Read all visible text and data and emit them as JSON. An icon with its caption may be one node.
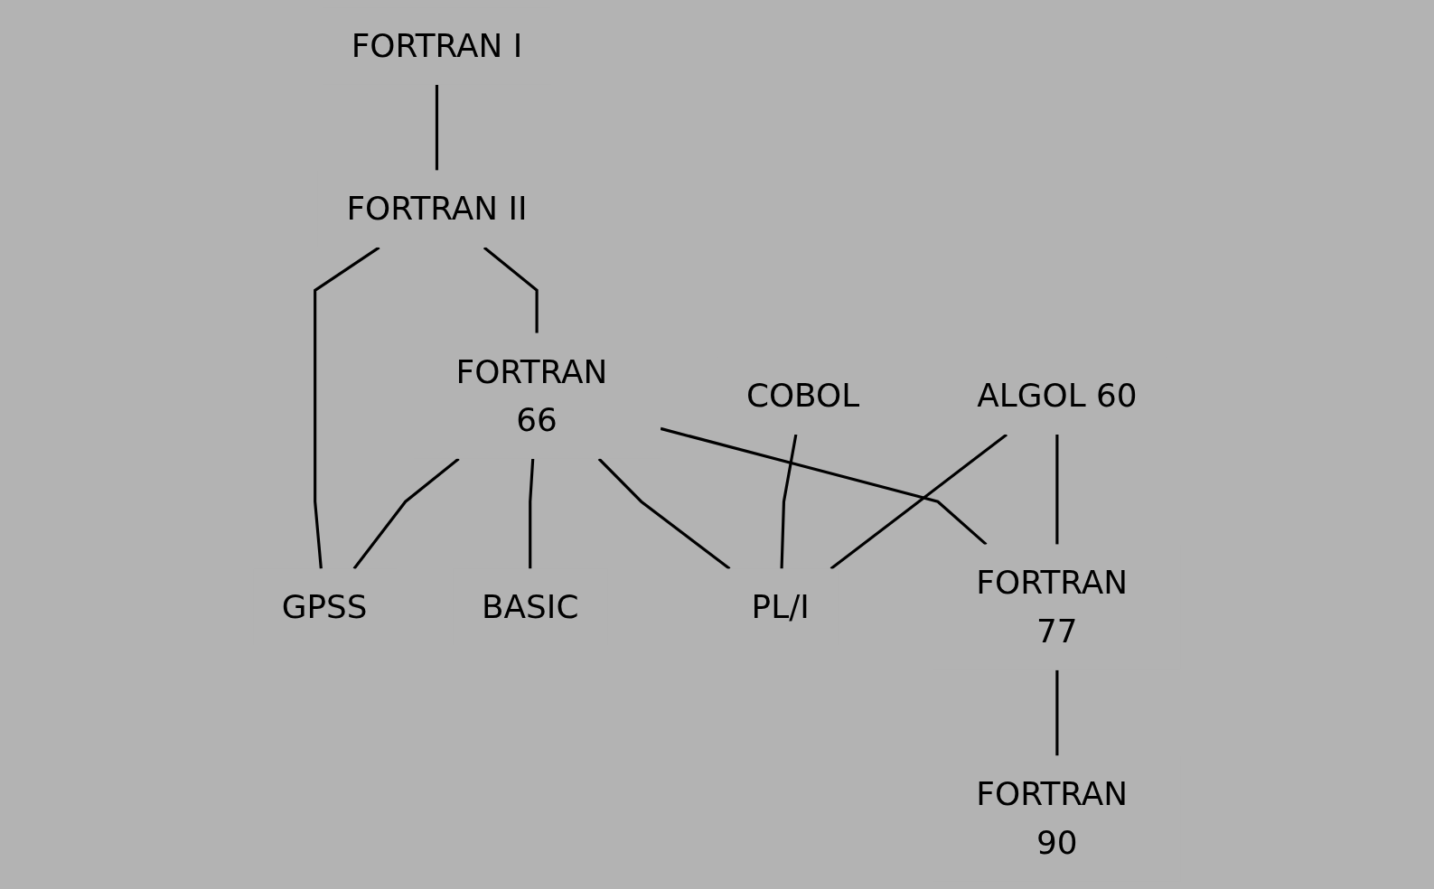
{
  "diagram": {
    "nodes": [
      {
        "text": [
          "FORTRAN I"
        ]
      },
      {
        "text": [
          "COBOL"
        ]
      },
      {
        "text": [
          "ALGOL 60"
        ]
      },
      {
        "text": [
          "FORTRAN II"
        ]
      },
      {
        "text": [
          "FORTRAN 66"
        ]
      },
      {
        "text": [
          "GPSS"
        ]
      },
      {
        "text": [
          "BASIC"
        ]
      },
      {
        "text": [
          "PL/I"
        ]
      },
      {
        "text": [
          "FORTRAN 77"
        ]
      },
      {
        "text": [
          "FORTRAN 90"
        ]
      }
    ],
    "edges": [
      {
        "from": 0,
        "to": 3,
        "arrow": "none"
      },
      {
        "from": 3,
        "to": 5,
        "arrow": "none"
      },
      {
        "from": 3,
        "to": 4,
        "arrow": "none"
      },
      {
        "from": 4,
        "to": 5,
        "arrow": "none"
      },
      {
        "from": 4,
        "to": 6,
        "arrow": "none"
      },
      {
        "from": 4,
        "to": 7,
        "arrow": "none"
      },
      {
        "from": 1,
        "to": 7,
        "arrow": "none"
      },
      {
        "from": 2,
        "to": 7,
        "arrow": "none"
      },
      {
        "from": 4,
        "to": 8,
        "arrow": "none"
      },
      {
        "from": 2,
        "to": 8,
        "arrow": "none"
      },
      {
        "from": 8,
        "to": 9,
        "arrow": "none"
      }
    ]
  }
}
